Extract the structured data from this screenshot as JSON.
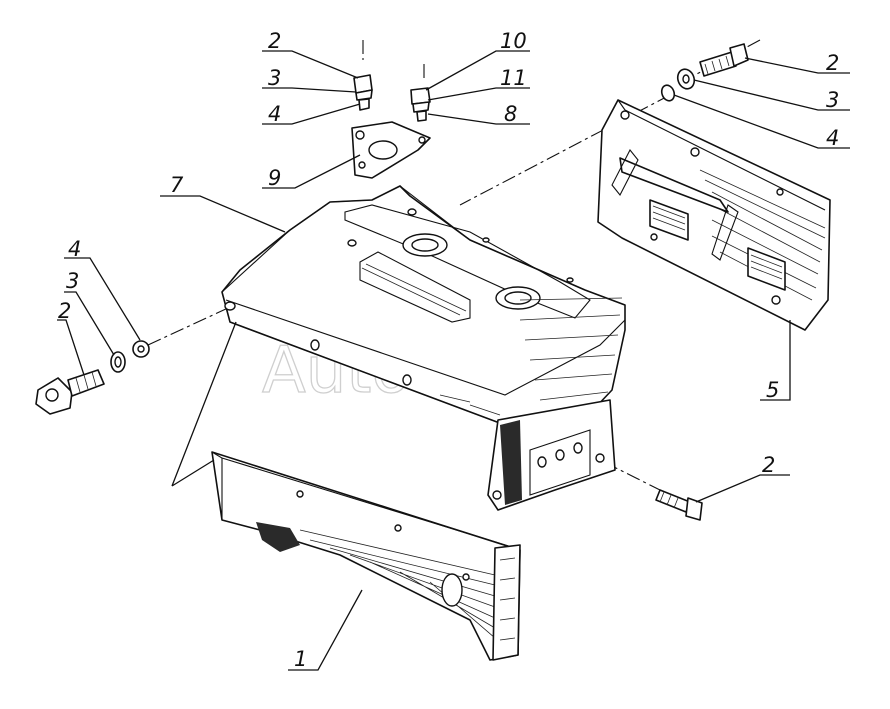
{
  "watermark": "AutoSoft",
  "callouts": [
    {
      "id": "c-2-top-left",
      "label": "2"
    },
    {
      "id": "c-3-top-left",
      "label": "3"
    },
    {
      "id": "c-4-top-left",
      "label": "4"
    },
    {
      "id": "c-9",
      "label": "9"
    },
    {
      "id": "c-10",
      "label": "10"
    },
    {
      "id": "c-11",
      "label": "11"
    },
    {
      "id": "c-8",
      "label": "8"
    },
    {
      "id": "c-2-right",
      "label": "2"
    },
    {
      "id": "c-3-right",
      "label": "3"
    },
    {
      "id": "c-4-right",
      "label": "4"
    },
    {
      "id": "c-5",
      "label": "5"
    },
    {
      "id": "c-7",
      "label": "7"
    },
    {
      "id": "c-4-left",
      "label": "4"
    },
    {
      "id": "c-3-left",
      "label": "3"
    },
    {
      "id": "c-2-left",
      "label": "2"
    },
    {
      "id": "c-2-bottom-right",
      "label": "2"
    },
    {
      "id": "c-1",
      "label": "1"
    }
  ]
}
